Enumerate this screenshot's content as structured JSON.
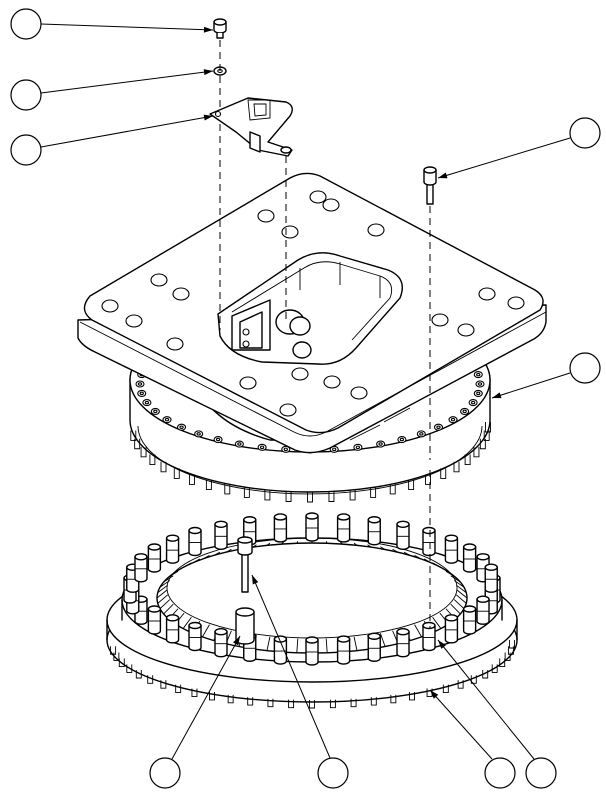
{
  "drawing": {
    "type": "exploded assembly view",
    "line_color": "#000000",
    "background_color": "#ffffff",
    "balloons": [
      {
        "id": "screw-top",
        "label": ""
      },
      {
        "id": "washer",
        "label": ""
      },
      {
        "id": "sensor-bracket",
        "label": ""
      },
      {
        "id": "cap-screw",
        "label": ""
      },
      {
        "id": "flange-ring",
        "label": ""
      },
      {
        "id": "spacer",
        "label": ""
      },
      {
        "id": "long-bolt",
        "label": ""
      },
      {
        "id": "gear-ring",
        "label": ""
      },
      {
        "id": "nut-bolt",
        "label": ""
      }
    ]
  }
}
